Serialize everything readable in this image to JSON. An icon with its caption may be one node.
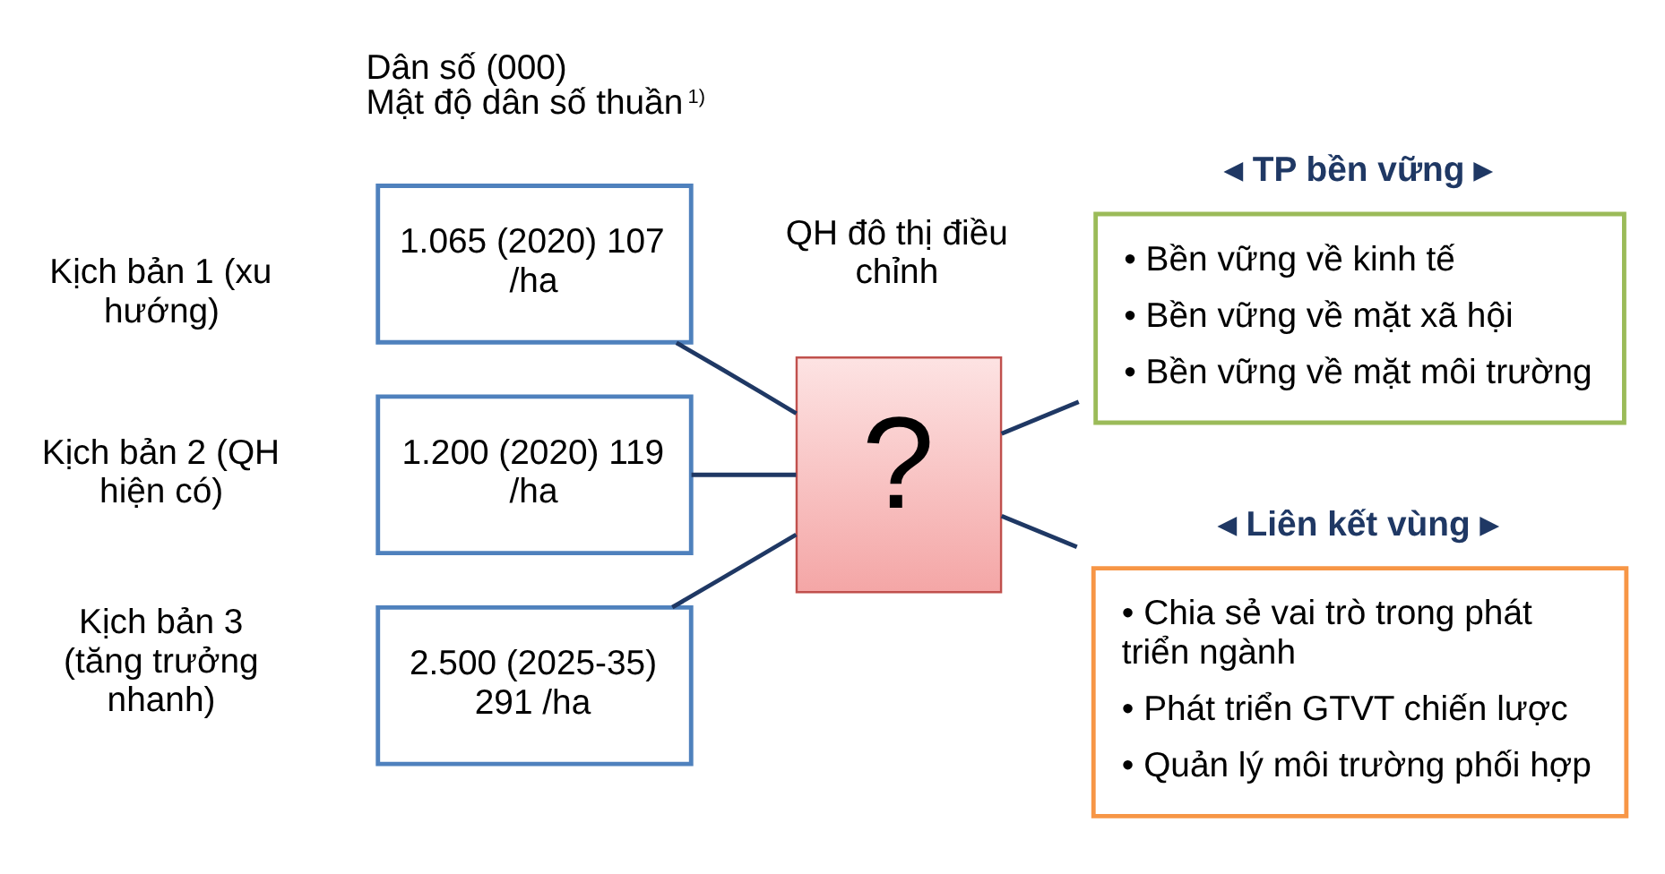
{
  "diagram": {
    "nodes": [
      {
        "text": [
          "1.065 (2020) 107 /ha"
        ],
        "beside": [
          "Kịch bản 1 (xu hướng)"
        ]
      },
      {
        "text": [
          "1.200 (2020) 119 /ha"
        ],
        "beside": [
          "Kịch bản 2 (QH hiện có)"
        ]
      },
      {
        "text": [
          "2.500 (2025-35) 291 /ha"
        ],
        "beside": [
          "Kịch bản 3 (tăng trưởng nhanh)"
        ]
      },
      {
        "text": [
          "?"
        ],
        "beside": [
          "QH đô thị điều chỉnh"
        ]
      },
      {
        "text": [
          "◂ TP bền vững ▸",
          "• Bền vững về kinh tế",
          "• Bền vững về mặt xã hội",
          "• Bền vững về mặt môi trường"
        ]
      },
      {
        "text": [
          "◂ Liên kết vùng ▸",
          "• Chia sẻ vai trò trong phát triển ngành",
          "• Phát triển GTVT chiến lược",
          "• Quản lý môi trường phối hợp"
        ]
      }
    ],
    "edges": [
      {
        "from": 0,
        "to": 3,
        "arrow": "none"
      },
      {
        "from": 1,
        "to": 3,
        "arrow": "none"
      },
      {
        "from": 2,
        "to": 3,
        "arrow": "none"
      },
      {
        "from": 3,
        "to": 4,
        "arrow": "none"
      },
      {
        "from": 3,
        "to": 5,
        "arrow": "none"
      }
    ],
    "labels": [
      "Dân số (000)",
      "Mật độ dân số thuần$^{1)}$"
    ]
  }
}
